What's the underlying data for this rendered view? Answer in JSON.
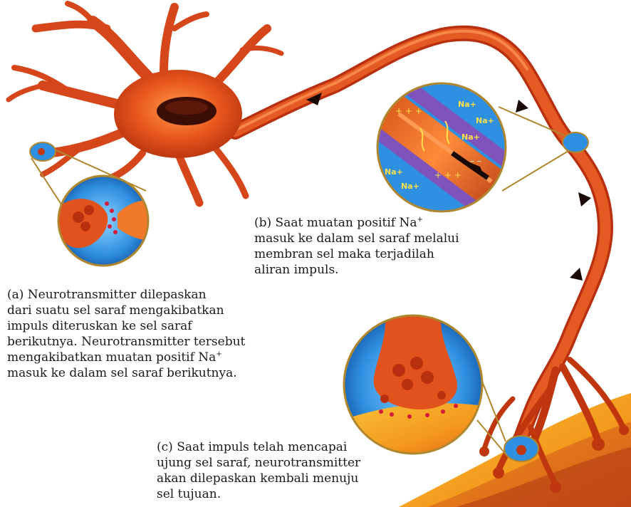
{
  "captions": {
    "a": {
      "lines": [
        "(a) Neurotransmitter  dilepaskan",
        "dari suatu sel saraf mengakibatkan",
        "impuls diteruskan ke sel saraf",
        "berikutnya. Neurotransmitter tersebut",
        "mengakibatkan muatan positif  Na",
        "masuk ke dalam sel saraf berikutnya."
      ],
      "sup": "+"
    },
    "b": {
      "lines": [
        "(b) Saat muatan positif Na",
        "masuk ke dalam sel saraf melalui",
        "membran sel maka terjadilah",
        "aliran impuls."
      ],
      "sup": "+"
    },
    "c": {
      "lines": [
        "(c) Saat impuls telah mencapai",
        "ujung sel saraf, neurotransmitter",
        "akan dilepaskan kembali menuju",
        "sel tujuan."
      ]
    }
  },
  "inset_b_labels": [
    "Na+",
    "Na+",
    "Na+",
    "Na+",
    "Na+"
  ],
  "colors": {
    "neuron": "#e2521c",
    "neuron_dark": "#b8300f",
    "membrane_blue": "#2f9be0",
    "target_cell": "#f7a21e",
    "zoom_line": "#b0872f",
    "caption_text": "#1a1a1a"
  }
}
